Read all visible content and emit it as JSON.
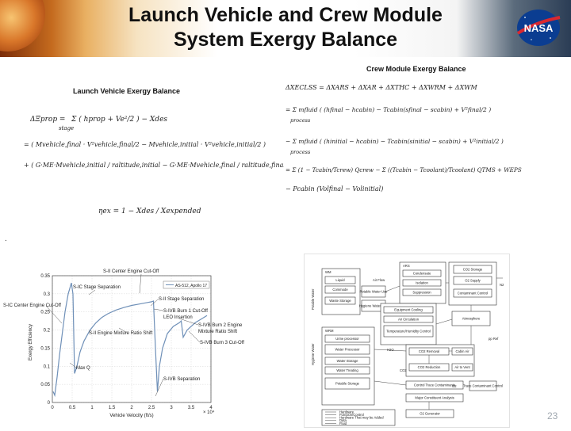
{
  "slide": {
    "title_line1": "Launch Vehicle and Crew Module",
    "title_line2": "System Exergy Balance",
    "logo_text": "NASA",
    "page_number": "23",
    "dot": "."
  },
  "left_panel": {
    "title": "Launch Vehicle Exergy Balance",
    "eq1_lhs": "ΔΞprop =",
    "eq1_rhs": "Σ ( hprop + Ve²/2 ) − Xdes",
    "eq1_sub": "stage",
    "eq2_a": "= ( Mvehicle,final · V²vehicle,final/2 − Mvehicle,initial · V²vehicle,initial/2 )",
    "eq2_b": "+ ( G·ME·Mvehicle,initial / raltitude,initial − G·ME·Mvehicle,final / raltitude,final )",
    "eq3": "ηex = 1 − Xdes / Xexpended"
  },
  "right_panel": {
    "title": "Crew Module Exergy Balance",
    "eq1": "ΔXECLSS = ΔXARS + ΔXAR + ΔXTHC + ΔXWRM + ΔXWM",
    "eq2": "= Σ mfluid ( (hfinal − hcabin) − Tcabin(sfinal − scabin) + V²final/2 )",
    "eq2_sub": "process",
    "eq3": "− Σ mfluid ( (hinitial − hcabin) − Tcabin(sinitial − scabin) + V²initial/2 )",
    "eq3_sub": "process",
    "eq4": "= Σ (1 − Tcabin/Tcrew) Qcrew − Σ ((Tcabin − Tcoolant)/Tcoolant) QTMS + WEPS",
    "eq5": "− Pcabin (Volfinal − Volinitial)"
  },
  "chart": {
    "ylabel": "Exergy Efficiency",
    "xlabel": "Vehicle Velocity (ft/s)",
    "x_multiplier": "× 10⁴",
    "annotations": {
      "sii_cutoff": "S-II Center Engine Cut-Off",
      "sic_sep": "S-IC Stage Separation",
      "legend": "AS-512, Apollo 17",
      "sic_cutoff": "S-IC Center Engine Cut-Off",
      "sii_sep": "S-II Stage Separation",
      "sivb_burn1": "S-IVB Burn 1 Cut-Off",
      "leo": "LEO Insertion",
      "mixture": "S-II Engine Mixture Ratio Shift",
      "sivb_burn2": "S-IVB Burn 2 Engine",
      "sivb_mix": "Mixture Ratio Shift",
      "sivb_burn3": "S-IVB Burn 3 Cut-Off",
      "maxq": "Max Q",
      "sivb_sep": "S-IVB Separation"
    }
  },
  "chart_data": {
    "type": "line",
    "title": "",
    "xlabel": "Vehicle Velocity (ft/s)",
    "ylabel": "Exergy Efficiency",
    "x_scale_note": "× 10⁴",
    "xlim": [
      0,
      4
    ],
    "ylim": [
      0,
      0.35
    ],
    "x_ticks": [
      "0",
      "0.5",
      "1",
      "1.5",
      "2",
      "2.5",
      "3",
      "3.5",
      "4"
    ],
    "y_ticks": [
      "0",
      "0.05",
      "0.1",
      "0.15",
      "0.2",
      "0.25",
      "0.3",
      "0.35"
    ],
    "grid": true,
    "legend_position": "top-right",
    "series": [
      {
        "name": "AS-512, Apollo 17",
        "x": [
          0.02,
          0.06,
          0.12,
          0.18,
          0.25,
          0.32,
          0.4,
          0.48,
          0.52,
          0.56,
          0.62,
          0.7,
          0.8,
          0.95,
          1.1,
          1.25,
          1.4,
          1.6,
          1.8,
          2.0,
          2.2,
          2.4,
          2.5,
          2.55,
          2.6,
          2.65,
          2.7,
          2.78,
          2.9,
          3.05,
          3.2,
          3.25,
          3.3,
          3.4,
          3.6,
          3.75,
          3.9
        ],
        "y": [
          0.03,
          0.02,
          0.07,
          0.13,
          0.19,
          0.25,
          0.3,
          0.33,
          0.3,
          0.08,
          0.1,
          0.14,
          0.17,
          0.2,
          0.22,
          0.235,
          0.245,
          0.255,
          0.262,
          0.268,
          0.272,
          0.276,
          0.278,
          0.28,
          0.15,
          0.03,
          0.1,
          0.15,
          0.19,
          0.21,
          0.22,
          0.225,
          0.18,
          0.2,
          0.22,
          0.23,
          0.24
        ]
      }
    ]
  },
  "diagram": {
    "left_labels": [
      "Potable Water",
      "Hygiene Water"
    ],
    "blocks": [
      "WM",
      "Liquid",
      "Commode",
      "Waste Storage",
      "Potable Water Use",
      "Hygiene Water Use",
      "ARS",
      "Condensate",
      "Isolation",
      "Suppression",
      "Contaminant Control",
      "Equipment Cooling",
      "Air Circulation",
      "Temperature/Humidity Control",
      "WRM",
      "Urine processor",
      "Water Processor",
      "Water Storage",
      "Water Treating",
      "Potable Storage",
      "CO2 Removal",
      "CO2 Reduction",
      "Control Trace Contaminants",
      "O2 Generator",
      "Atmosphere",
      "Trace Contaminant Control",
      "Major Constituent Analysis"
    ],
    "flows": [
      "Air Flow",
      "H2O",
      "CO2",
      "O2",
      "N2",
      "pp Ref"
    ],
    "legend": [
      "Hardware",
      "Function/Control",
      "Hardware That may be Added",
      "Data",
      "Fluid"
    ],
    "right_side": [
      "CO2 Storage",
      "O2 Supply",
      "Atmosphere",
      "Cabin Air",
      "Air to Vent"
    ]
  }
}
